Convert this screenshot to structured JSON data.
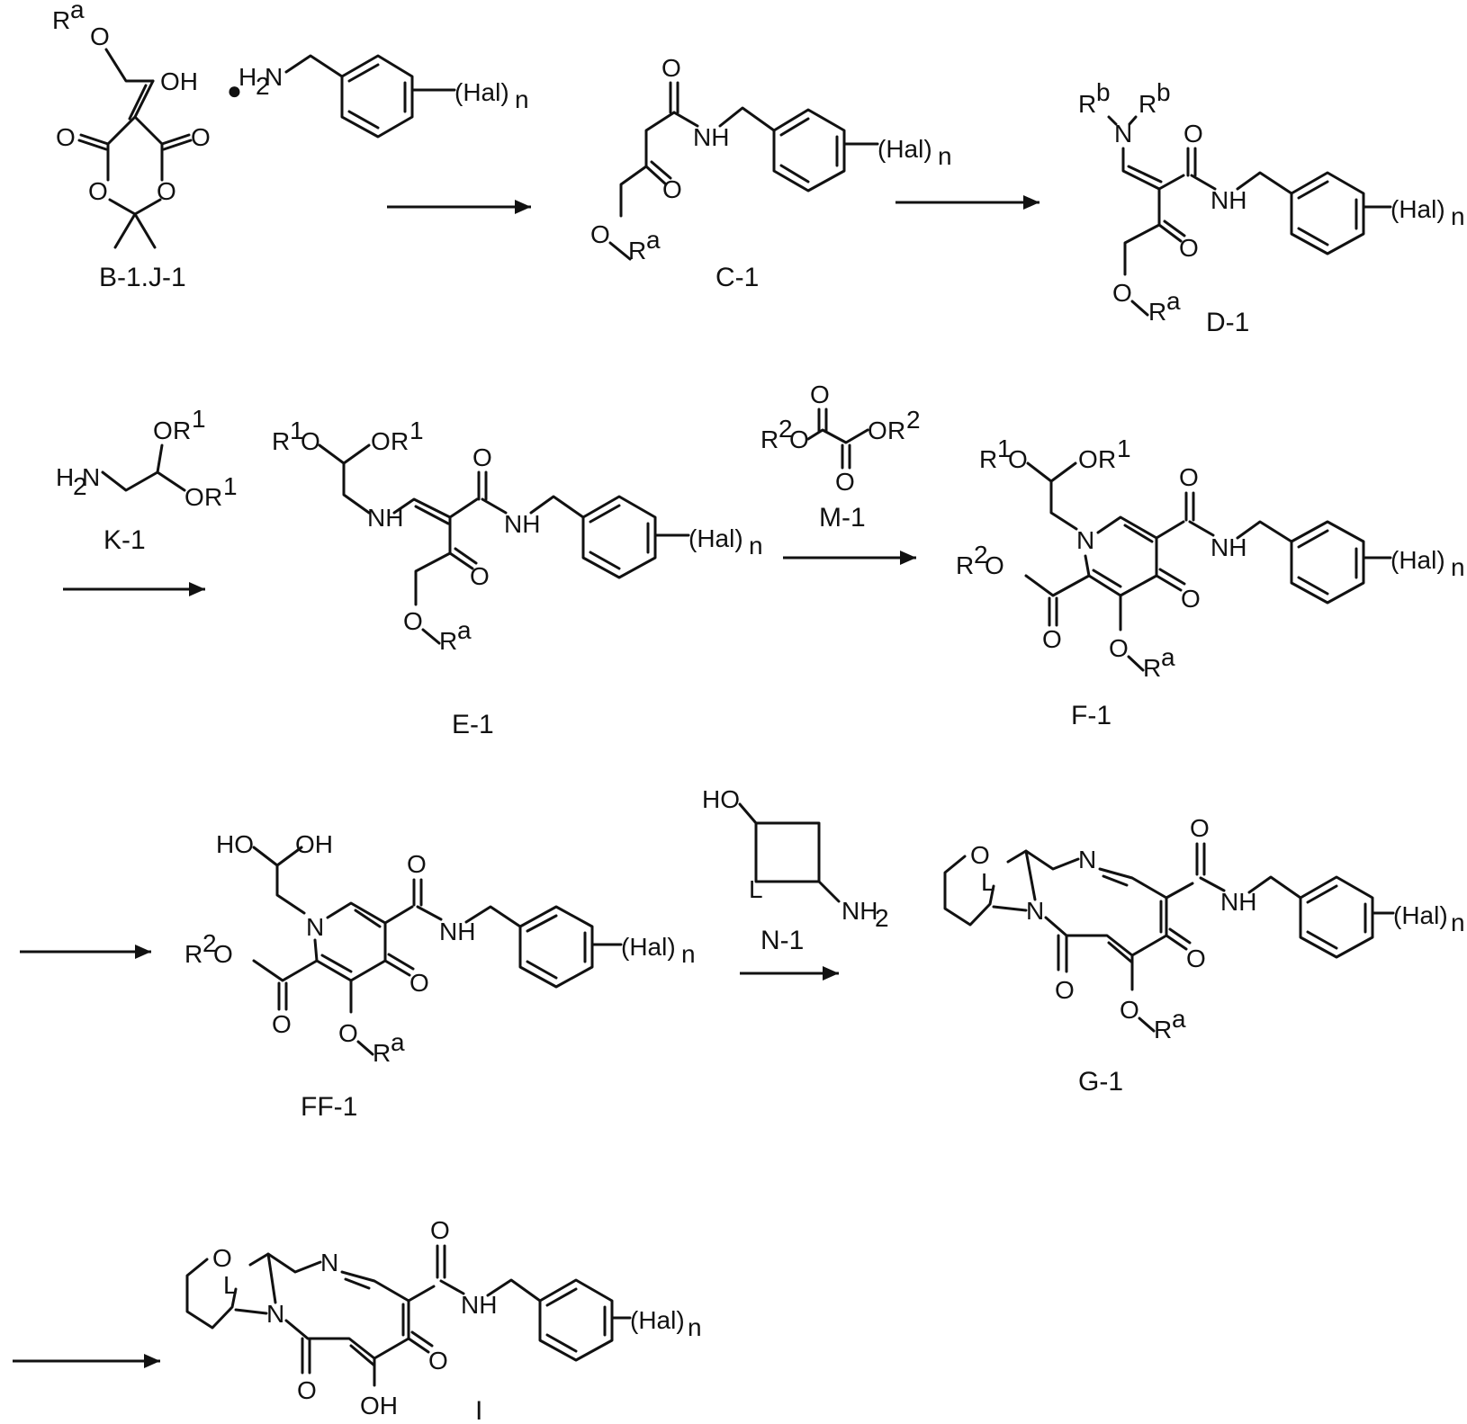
{
  "compounds": {
    "B1J1": "B-1.J-1",
    "C1": "C-1",
    "D1": "D-1",
    "K1": "K-1",
    "E1": "E-1",
    "M1": "M-1",
    "F1": "F-1",
    "FF1": "FF-1",
    "N1": "N-1",
    "G1": "G-1",
    "I": "I"
  },
  "atoms": {
    "O": "O",
    "OH": "OH",
    "H": "H",
    "HO": "HO",
    "N": "N",
    "NH": "NH",
    "L": "L",
    "R": "R",
    "H2N_H": "H",
    "H2N_N": "N",
    "NH2_N": "NH",
    "sub2": "2",
    "Hal": "(Hal)",
    "n": "n",
    "a": "a",
    "b": "b",
    "one": "1",
    "two": "2"
  },
  "salt_dot": "●"
}
